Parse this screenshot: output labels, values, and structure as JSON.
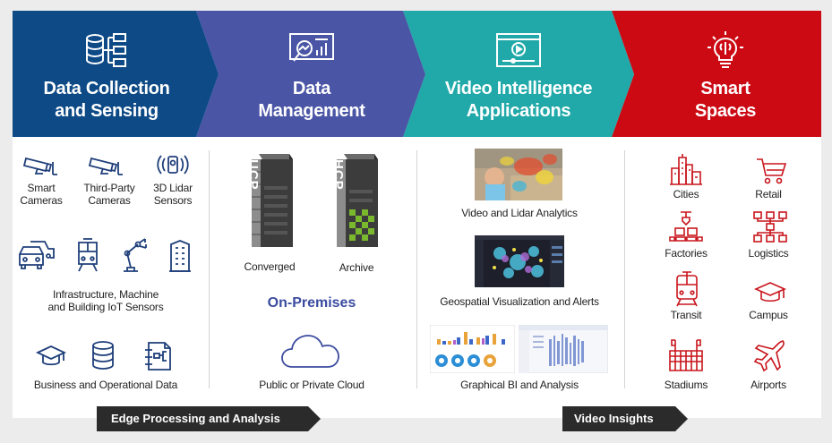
{
  "header": {
    "stages": [
      {
        "title_line1": "Data Collection",
        "title_line2": "and Sensing",
        "color": "#0d4a86",
        "icon": "database-network-icon"
      },
      {
        "title_line1": "Data",
        "title_line2": "Management",
        "color": "#4a55a5",
        "icon": "data-analysis-magnifier-icon"
      },
      {
        "title_line1": "Video Intelligence",
        "title_line2": "Applications",
        "color": "#21a9a9",
        "icon": "video-player-icon"
      },
      {
        "title_line1": "Smart",
        "title_line2": "Spaces",
        "color": "#cc0a14",
        "icon": "brain-lightbulb-icon"
      }
    ]
  },
  "collection": {
    "cameras": [
      {
        "label_line1": "Smart",
        "label_line2": "Cameras",
        "icon": "cctv-camera-icon"
      },
      {
        "label_line1": "Third-Party",
        "label_line2": "Cameras",
        "icon": "cctv-camera-icon"
      },
      {
        "label_line1": "3D Lidar",
        "label_line2": "Sensors",
        "icon": "lidar-sensor-icon"
      }
    ],
    "iot_icons": [
      "cars-icon",
      "train-icon",
      "robot-arm-icon",
      "building-icon"
    ],
    "iot_label_line1": "Infrastructure, Machine",
    "iot_label_line2": "and Building IoT Sensors",
    "business_icons": [
      "graduation-cap-icon",
      "database-icon",
      "flowchart-document-icon"
    ],
    "business_label": "Business and Operational Data"
  },
  "management": {
    "servers": [
      {
        "name": "UCP",
        "label": "Converged",
        "icon": "server-rack-icon"
      },
      {
        "name": "HCP",
        "label": "Archive",
        "icon": "server-rack-icon"
      }
    ],
    "onprem_label": "On-Premises",
    "cloud_label": "Public or Private Cloud"
  },
  "video": {
    "items": [
      {
        "label": "Video and Lidar Analytics"
      },
      {
        "label": "Geospatial Visualization and Alerts"
      },
      {
        "label": "Graphical BI and Analysis"
      }
    ]
  },
  "spaces": {
    "items": [
      {
        "label": "Cities",
        "icon": "city-skyline-icon"
      },
      {
        "label": "Retail",
        "icon": "shopping-cart-icon"
      },
      {
        "label": "Factories",
        "icon": "factory-conveyor-icon"
      },
      {
        "label": "Logistics",
        "icon": "logistics-network-icon"
      },
      {
        "label": "Transit",
        "icon": "tram-icon"
      },
      {
        "label": "Campus",
        "icon": "graduation-cap-icon"
      },
      {
        "label": "Stadiums",
        "icon": "stadium-icon"
      },
      {
        "label": "Airports",
        "icon": "airplane-icon"
      }
    ]
  },
  "footer": {
    "edge_label": "Edge Processing and Analysis",
    "insights_label": "Video Insights"
  },
  "colors": {
    "blue": "#0d4a86",
    "purple": "#4a55a5",
    "teal": "#21a9a9",
    "red": "#cc0a14",
    "tag": "#2b2b2b"
  }
}
